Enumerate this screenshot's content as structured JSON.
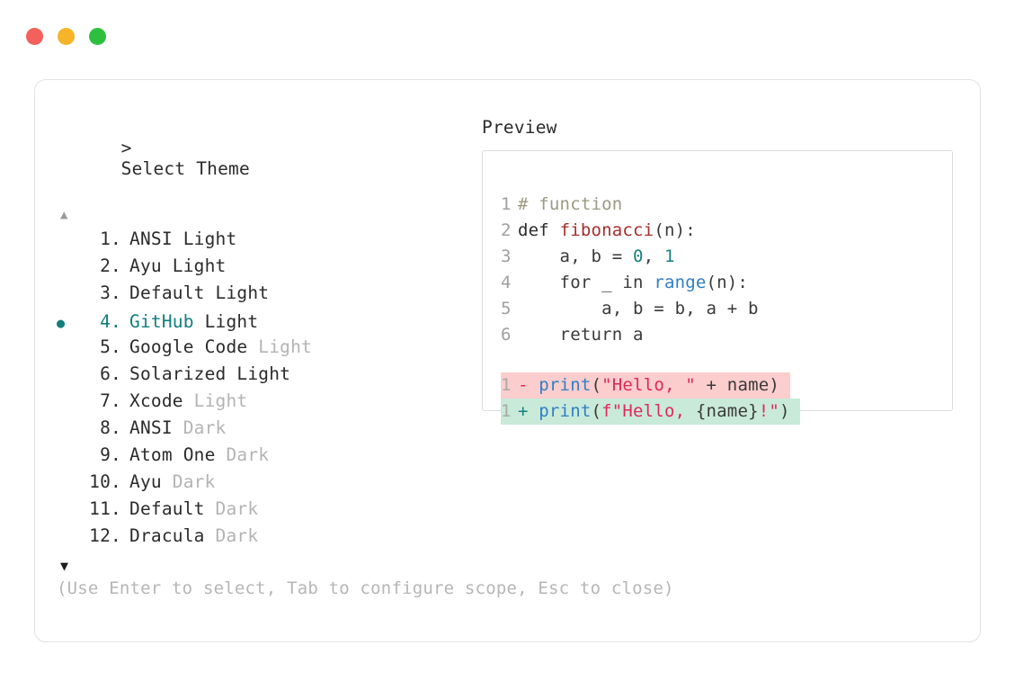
{
  "window": {
    "traffic_lights": [
      {
        "name": "close",
        "color": "#f4605c"
      },
      {
        "name": "minimize",
        "color": "#f5b429"
      },
      {
        "name": "maximize",
        "color": "#2dc03f"
      }
    ]
  },
  "left": {
    "prompt_symbol": ">",
    "prompt_title": "Select Theme",
    "scroll_up_glyph": "▲",
    "scroll_down_glyph": "▼",
    "selected_bullet": "●",
    "selected_index": 4,
    "accent_color": "#0f7e7d",
    "themes": [
      {
        "index": "1.",
        "name": "ANSI",
        "variant": "Light",
        "variant_muted": false
      },
      {
        "index": "2.",
        "name": "Ayu",
        "variant": "Light",
        "variant_muted": false
      },
      {
        "index": "3.",
        "name": "Default",
        "variant": "Light",
        "variant_muted": false
      },
      {
        "index": "4.",
        "name": "GitHub",
        "variant": "Light",
        "variant_muted": false
      },
      {
        "index": "5.",
        "name": "Google Code",
        "variant": "Light",
        "variant_muted": true
      },
      {
        "index": "6.",
        "name": "Solarized",
        "variant": "Light",
        "variant_muted": false
      },
      {
        "index": "7.",
        "name": "Xcode",
        "variant": "Light",
        "variant_muted": true
      },
      {
        "index": "8.",
        "name": "ANSI",
        "variant": "Dark",
        "variant_muted": true
      },
      {
        "index": "9.",
        "name": "Atom One",
        "variant": "Dark",
        "variant_muted": true
      },
      {
        "index": "10.",
        "name": "Ayu",
        "variant": "Dark",
        "variant_muted": true
      },
      {
        "index": "11.",
        "name": "Default",
        "variant": "Dark",
        "variant_muted": true
      },
      {
        "index": "12.",
        "name": "Dracula",
        "variant": "Dark",
        "variant_muted": true
      }
    ],
    "hint": "(Use Enter to select, Tab to configure scope, Esc to close)"
  },
  "right": {
    "preview_label": "Preview",
    "code_lines": [
      {
        "num": "1",
        "tokens": [
          {
            "t": "# function",
            "c": "comment"
          }
        ]
      },
      {
        "num": "2",
        "tokens": [
          {
            "t": "def ",
            "c": "kw"
          },
          {
            "t": "fibonacci",
            "c": "fn"
          },
          {
            "t": "(n):",
            "c": "plain"
          }
        ]
      },
      {
        "num": "3",
        "tokens": [
          {
            "t": "    a, b = ",
            "c": "plain"
          },
          {
            "t": "0",
            "c": "num"
          },
          {
            "t": ", ",
            "c": "plain"
          },
          {
            "t": "1",
            "c": "num"
          }
        ]
      },
      {
        "num": "4",
        "tokens": [
          {
            "t": "    for _ in ",
            "c": "plain"
          },
          {
            "t": "range",
            "c": "builtin"
          },
          {
            "t": "(n):",
            "c": "plain"
          }
        ]
      },
      {
        "num": "5",
        "tokens": [
          {
            "t": "        a, b = b, a + b",
            "c": "plain"
          }
        ]
      },
      {
        "num": "6",
        "tokens": [
          {
            "t": "    return a",
            "c": "plain"
          }
        ]
      }
    ],
    "diff_lines": [
      {
        "kind": "del",
        "num": "1",
        "sign": "-",
        "bg": "#fbcdcd",
        "tokens": [
          {
            "t": "print",
            "c": "builtin"
          },
          {
            "t": "(",
            "c": "plain"
          },
          {
            "t": "\"Hello, \"",
            "c": "str"
          },
          {
            "t": " + name)",
            "c": "plain"
          }
        ]
      },
      {
        "kind": "add",
        "num": "1",
        "sign": "+",
        "bg": "#c9ead9",
        "tokens": [
          {
            "t": "print",
            "c": "builtin"
          },
          {
            "t": "(",
            "c": "plain"
          },
          {
            "t": "f\"Hello, ",
            "c": "str"
          },
          {
            "t": "{name}",
            "c": "plain"
          },
          {
            "t": "!\"",
            "c": "str"
          },
          {
            "t": ")",
            "c": "plain"
          }
        ]
      }
    ]
  }
}
